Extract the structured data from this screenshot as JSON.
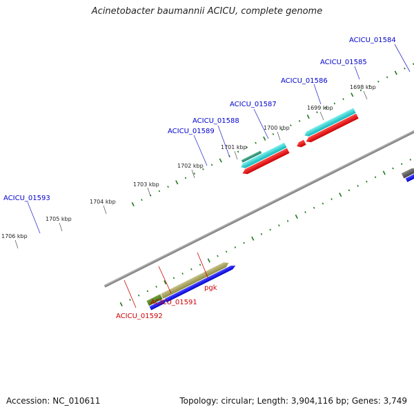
{
  "title": "Acinetobacter baumannii ACICU, complete genome",
  "footer": {
    "accession": "Accession: NC_010611",
    "stats": "Topology: circular; Length: 3,904,116 bp; Genes: 3,749"
  },
  "colors": {
    "forward_label": "#0000cc",
    "reverse_label": "#cc0000",
    "tick": "#1a7a1a",
    "backbone": "#888888"
  },
  "scale_labels": [
    "1698 kbp",
    "1699 kbp",
    "1700 kbp",
    "1701 kbp",
    "1702 kbp",
    "1703 kbp",
    "1704 kbp",
    "1705 kbp",
    "1706 kbp"
  ],
  "gene_labels": {
    "acicu_01584": "ACICU_01584",
    "acicu_01585": "ACICU_01585",
    "acicu_01586": "ACICU_01586",
    "acicu_01587": "ACICU_01587",
    "acicu_01588": "ACICU_01588",
    "acicu_01589": "ACICU_01589",
    "acicu_01593": "ACICU_01593",
    "pgk": "pgk",
    "acicu_01591": "ACICU_01591",
    "acicu_01592": "ACICU_01592"
  }
}
